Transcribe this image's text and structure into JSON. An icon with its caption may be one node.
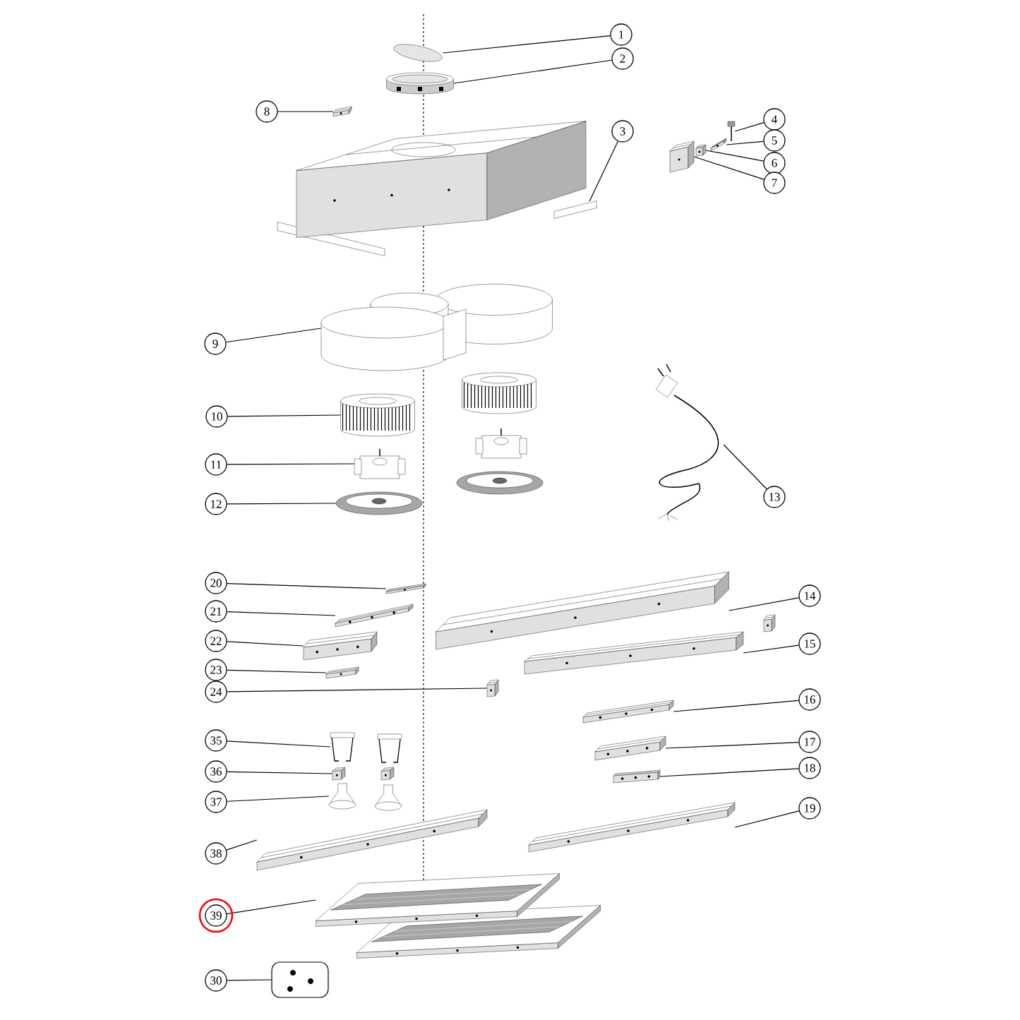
{
  "diagram": {
    "nodes": [
      {
        "text": [
          "1"
        ]
      },
      {
        "text": [],
        "shape": "picture"
      },
      {
        "text": [
          "2"
        ]
      },
      {
        "text": [],
        "shape": "picture"
      },
      {
        "text": [
          "8"
        ]
      },
      {
        "text": [],
        "shape": "picture"
      },
      {
        "text": [
          "3"
        ]
      },
      {
        "text": [],
        "shape": "picture"
      },
      {
        "text": [
          "4"
        ]
      },
      {
        "text": [],
        "shape": "picture"
      },
      {
        "text": [
          "5"
        ]
      },
      {
        "text": [],
        "shape": "picture"
      },
      {
        "text": [
          "6"
        ]
      },
      {
        "text": [],
        "shape": "picture"
      },
      {
        "text": [
          "7"
        ]
      },
      {
        "text": [],
        "shape": "picture"
      },
      {
        "text": [
          "9"
        ]
      },
      {
        "text": [],
        "shape": "picture"
      },
      {
        "text": [
          "10"
        ]
      },
      {
        "text": [],
        "shape": "picture"
      },
      {
        "text": [
          "11"
        ]
      },
      {
        "text": [],
        "shape": "picture"
      },
      {
        "text": [
          "12"
        ]
      },
      {
        "text": [],
        "shape": "picture"
      },
      {
        "text": [
          "13"
        ]
      },
      {
        "text": [],
        "shape": "picture"
      },
      {
        "text": [
          "20"
        ]
      },
      {
        "text": [],
        "shape": "picture"
      },
      {
        "text": [
          "14"
        ]
      },
      {
        "text": [],
        "shape": "picture"
      },
      {
        "text": [
          "21"
        ]
      },
      {
        "text": [],
        "shape": "picture"
      },
      {
        "text": [
          "22"
        ]
      },
      {
        "text": [],
        "shape": "picture"
      },
      {
        "text": [
          "15"
        ]
      },
      {
        "text": [],
        "shape": "picture"
      },
      {
        "text": [
          "23"
        ]
      },
      {
        "text": [],
        "shape": "picture"
      },
      {
        "text": [
          "24"
        ]
      },
      {
        "text": [],
        "shape": "picture"
      },
      {
        "text": [
          "16"
        ]
      },
      {
        "text": [],
        "shape": "picture"
      },
      {
        "text": [
          "35"
        ]
      },
      {
        "text": [],
        "shape": "picture"
      },
      {
        "text": [
          "17"
        ]
      },
      {
        "text": [],
        "shape": "picture"
      },
      {
        "text": [
          "18"
        ]
      },
      {
        "text": [],
        "shape": "picture"
      },
      {
        "text": [
          "36"
        ]
      },
      {
        "text": [],
        "shape": "picture"
      },
      {
        "text": [
          "37"
        ]
      },
      {
        "text": [],
        "shape": "picture"
      },
      {
        "text": [
          "19"
        ]
      },
      {
        "text": [],
        "shape": "picture"
      },
      {
        "text": [
          "38"
        ]
      },
      {
        "text": [],
        "shape": "picture"
      },
      {
        "text": [
          "39"
        ]
      },
      {
        "text": [],
        "shape": "picture"
      },
      {
        "text": [
          "30"
        ]
      },
      {
        "text": [],
        "shape": "picture"
      }
    ],
    "edges": [
      {
        "from": 0,
        "to": 1,
        "arrow": "none"
      },
      {
        "from": 2,
        "to": 3,
        "arrow": "none"
      },
      {
        "from": 4,
        "to": 5,
        "arrow": "none"
      },
      {
        "from": 6,
        "to": 7,
        "arrow": "none"
      },
      {
        "from": 8,
        "to": 9,
        "arrow": "none"
      },
      {
        "from": 10,
        "to": 11,
        "arrow": "none"
      },
      {
        "from": 12,
        "to": 13,
        "arrow": "none"
      },
      {
        "from": 14,
        "to": 15,
        "arrow": "none"
      },
      {
        "from": 16,
        "to": 17,
        "arrow": "none"
      },
      {
        "from": 18,
        "to": 19,
        "arrow": "none"
      },
      {
        "from": 20,
        "to": 21,
        "arrow": "none"
      },
      {
        "from": 22,
        "to": 23,
        "arrow": "none"
      },
      {
        "from": 24,
        "to": 25,
        "arrow": "none"
      },
      {
        "from": 26,
        "to": 27,
        "arrow": "none"
      },
      {
        "from": 28,
        "to": 29,
        "arrow": "none"
      },
      {
        "from": 30,
        "to": 31,
        "arrow": "none"
      },
      {
        "from": 32,
        "to": 33,
        "arrow": "none"
      },
      {
        "from": 34,
        "to": 35,
        "arrow": "none"
      },
      {
        "from": 36,
        "to": 37,
        "arrow": "none"
      },
      {
        "from": 38,
        "to": 39,
        "arrow": "none"
      },
      {
        "from": 40,
        "to": 41,
        "arrow": "none"
      },
      {
        "from": 42,
        "to": 43,
        "arrow": "none"
      },
      {
        "from": 44,
        "to": 45,
        "arrow": "none"
      },
      {
        "from": 46,
        "to": 47,
        "arrow": "none"
      },
      {
        "from": 48,
        "to": 49,
        "arrow": "none"
      },
      {
        "from": 50,
        "to": 51,
        "arrow": "none"
      },
      {
        "from": 52,
        "to": 53,
        "arrow": "none"
      },
      {
        "from": 54,
        "to": 55,
        "arrow": "none"
      },
      {
        "from": 56,
        "to": 57,
        "arrow": "none"
      },
      {
        "from": 58,
        "to": 59,
        "arrow": "none"
      }
    ]
  }
}
